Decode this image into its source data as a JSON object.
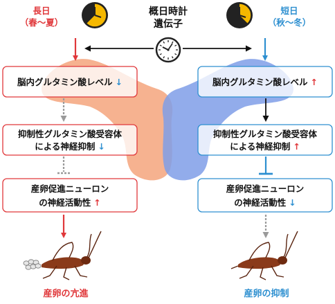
{
  "center": {
    "line1": "概日時計",
    "line2": "遺伝子"
  },
  "left": {
    "title": "長日",
    "season": "（春～夏）",
    "box1": {
      "text": "脳内グルタミン酸レベル",
      "arrow": "↓"
    },
    "box2": {
      "line1": "抑制性グルタミン酸受容体",
      "line2": "による神経抑制",
      "arrow": "↓"
    },
    "box3": {
      "line1": "産卵促進ニューロン",
      "line2": "の神経活動性",
      "arrow": "↑"
    },
    "result": "産卵の亢進"
  },
  "right": {
    "title": "短日",
    "season": "（秋～冬）",
    "box1": {
      "text": "脳内グルタミン酸レベル",
      "arrow": "↑"
    },
    "box2": {
      "line1": "抑制性グルタミン酸受容体",
      "line2": "による神経抑制",
      "arrow": "↑"
    },
    "box3": {
      "line1": "産卵促進ニューロン",
      "line2": "の神経活動性",
      "arrow": "↓"
    },
    "result": "産卵の抑制"
  },
  "colors": {
    "red": "#e0373a",
    "blue": "#2d8fd0",
    "orange_blob": "#f4a57c",
    "blue_blob": "#7f9de8",
    "clock_face": "#f5b800",
    "gray_arrow": "#9a9a9a",
    "insect": "#8a3a1a"
  }
}
